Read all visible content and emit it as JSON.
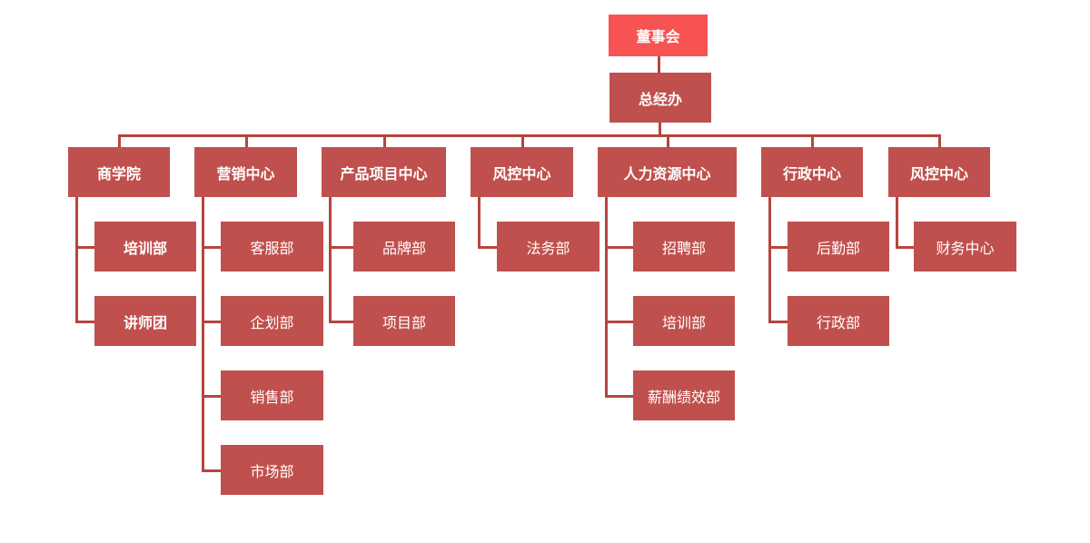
{
  "colors": {
    "node": "#c0504d",
    "top_node": "#f75353",
    "line": "#b5453f",
    "text": "#ffffff"
  },
  "root": "董事会",
  "gm": "总经办",
  "departments": [
    {
      "name": "商学院",
      "children": [
        "培训部",
        "讲师团"
      ]
    },
    {
      "name": "营销中心",
      "children": [
        "客服部",
        "企划部",
        "销售部",
        "市场部"
      ]
    },
    {
      "name": "产品项目中心",
      "children": [
        "品牌部",
        "项目部"
      ]
    },
    {
      "name": "风控中心",
      "children": [
        "法务部"
      ]
    },
    {
      "name": "人力资源中心",
      "children": [
        "招聘部",
        "培训部",
        "薪酬绩效部"
      ]
    },
    {
      "name": "行政中心",
      "children": [
        "后勤部",
        "行政部"
      ]
    },
    {
      "name": "风控中心",
      "children": [
        "财务中心"
      ]
    }
  ]
}
